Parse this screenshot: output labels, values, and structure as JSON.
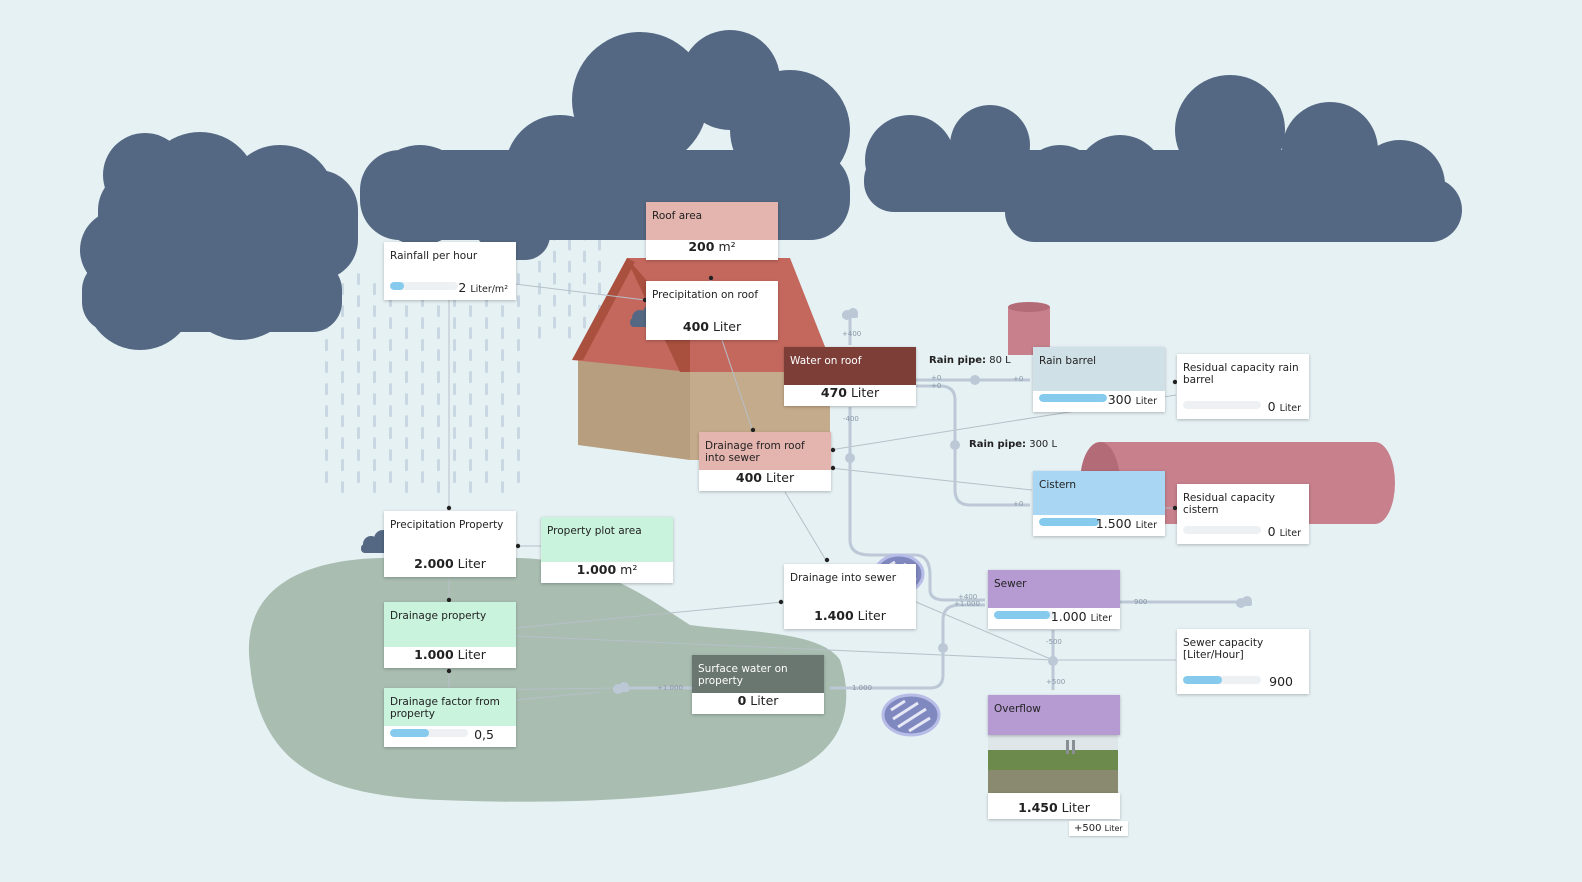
{
  "colors": {
    "background": "#e6f1f4",
    "cloud": "#546883",
    "rain": "#c8d7e2",
    "roof": "#c4685e",
    "wall": "#b79e7e",
    "property_ground": "#a9bdb1",
    "barrel": "#c7808c",
    "slider_fill": "#86cbee",
    "pipe": "#bcc8d6"
  },
  "icons": {
    "cloud": "cloud-icon",
    "drain": "drain-grate-icon",
    "barrel": "rain-barrel-icon",
    "cistern": "cistern-tank-icon",
    "house": "house-icon"
  },
  "nodes": {
    "rainfall": {
      "label": "Rainfall per hour",
      "value": "2",
      "unit": "Liter/m²",
      "fill": 0.2
    },
    "roof_area": {
      "label": "Roof area",
      "value": "200",
      "unit": "m²"
    },
    "precip_roof": {
      "label": "Precipitation on roof",
      "value": "400",
      "unit": "Liter"
    },
    "water_roof": {
      "label": "Water on roof",
      "value": "470",
      "unit": "Liter"
    },
    "drain_roof": {
      "label": "Drainage from roof into sewer",
      "value": "400",
      "unit": "Liter"
    },
    "rain_barrel": {
      "label": "Rain barrel",
      "value": "300",
      "unit": "Liter",
      "fill": 1.0
    },
    "residual_barrel": {
      "label": "Residual capacity rain barrel",
      "value": "0",
      "unit": "Liter",
      "fill": 0
    },
    "cistern": {
      "label": "Cistern",
      "value": "1.500",
      "unit": "Liter",
      "fill": 1.0
    },
    "residual_cistern": {
      "label": "Residual capacity cistern",
      "value": "0",
      "unit": "Liter",
      "fill": 0
    },
    "precip_property": {
      "label": "Precipitation Property",
      "value": "2.000",
      "unit": "Liter"
    },
    "plot_area": {
      "label": "Property plot area",
      "value": "1.000",
      "unit": "m²"
    },
    "drain_property": {
      "label": "Drainage property",
      "value": "1.000",
      "unit": "Liter"
    },
    "drain_factor": {
      "label": "Drainage factor from property",
      "value": "0,5",
      "fill": 0.5
    },
    "drain_sewer": {
      "label": "Drainage into sewer",
      "value": "1.400",
      "unit": "Liter"
    },
    "surface_water": {
      "label": "Surface water on property",
      "value": "0",
      "unit": "Liter"
    },
    "sewer": {
      "label": "Sewer",
      "value": "1.000",
      "unit": "Liter",
      "fill": 0.9
    },
    "sewer_capacity": {
      "label": "Sewer capacity [Liter/Hour]",
      "value": "900",
      "fill": 0.5
    },
    "overflow": {
      "label": "Overflow",
      "value": "1.450",
      "unit": "Liter",
      "delta": "+500",
      "delta_unit": "Liter"
    }
  },
  "pipes": {
    "pipe1": {
      "name": "Rain pipe:",
      "value": "80 L"
    },
    "pipe2": {
      "name": "Rain pipe:",
      "value": "300 L"
    }
  },
  "flow_labels": {
    "f_plus400": "+400",
    "f_minus400": "-400",
    "f_plus0_a": "+0",
    "f_plus0_b": "+0",
    "f_plus0_c": "+0",
    "f_plus0_d": "+0",
    "f_plus400_sewer": "+400",
    "f_plus1000_sewer": "+1.000",
    "f_900": "900",
    "f_minus500": "-500",
    "f_plus500": "+500",
    "f_plus1000_surface": "+1.000",
    "f_1000_surface": "1.000"
  }
}
